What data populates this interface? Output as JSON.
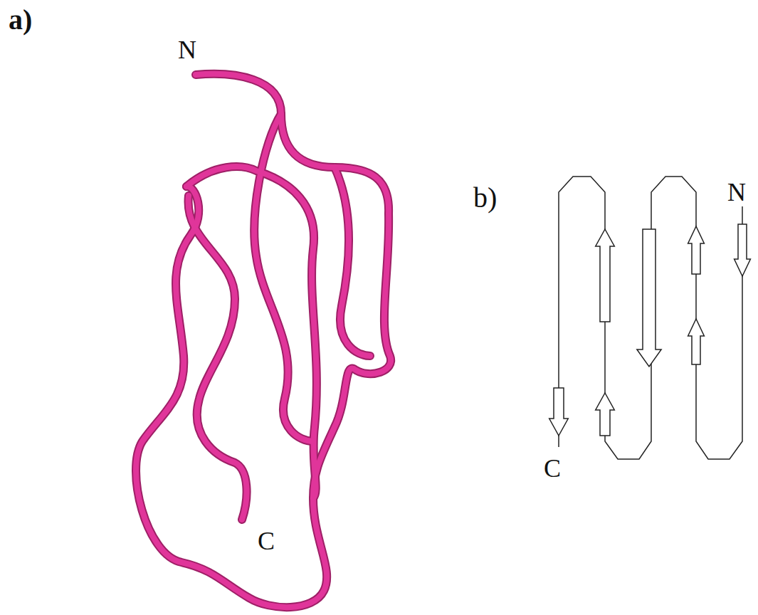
{
  "diagram": {
    "labels": [
      "a)",
      "N",
      "C",
      "b)",
      "N",
      "C"
    ]
  }
}
